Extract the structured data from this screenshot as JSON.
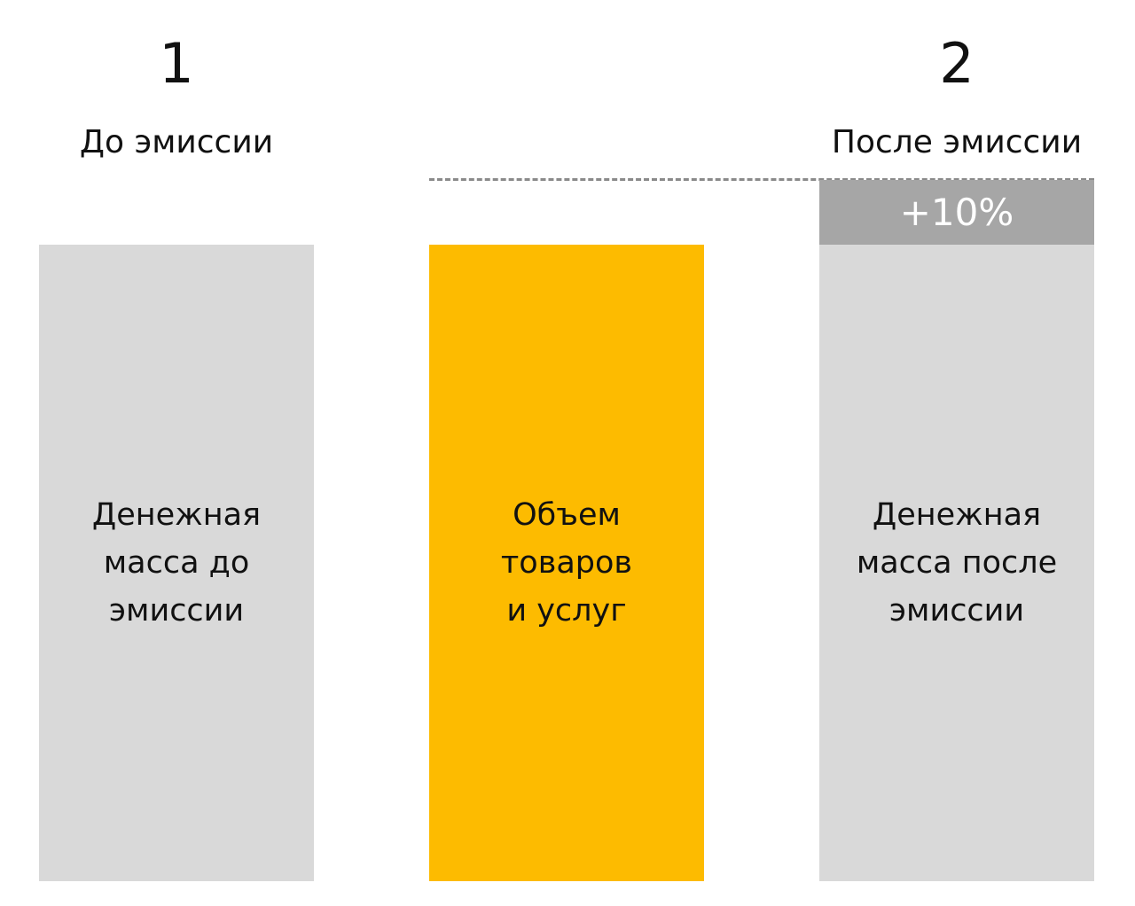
{
  "steps": [
    {
      "number": "1",
      "heading": "До эмиссии"
    },
    {
      "number": "2",
      "heading": "После эмиссии"
    }
  ],
  "bars": {
    "money_before": {
      "lines": [
        "Денежная",
        "масса до",
        "эмиссии"
      ],
      "color": "#d9d9d9"
    },
    "goods": {
      "lines": [
        "Объем",
        "товаров",
        "и услуг"
      ],
      "color": "#fdbb00"
    },
    "money_after": {
      "lines": [
        "Денежная",
        "масса после",
        "эмиссии"
      ],
      "color": "#d9d9d9"
    }
  },
  "increase": {
    "label": "+10%",
    "color": "#a6a6a6"
  }
}
